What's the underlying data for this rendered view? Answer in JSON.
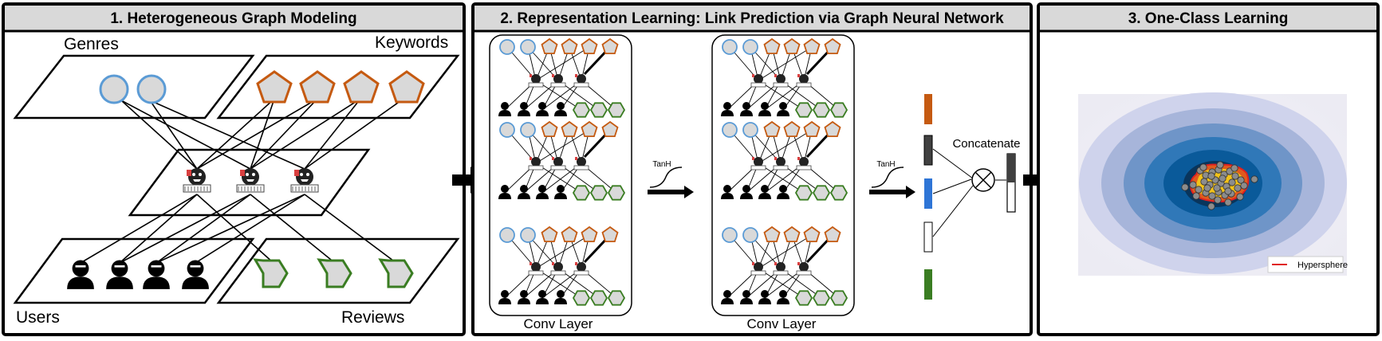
{
  "panels": {
    "p1": {
      "title": "1. Heterogeneous Graph Modeling"
    },
    "p2": {
      "title": "2. Representation Learning: Link Prediction via Graph Neural Network"
    },
    "p3": {
      "title": "3. One-Class Learning"
    }
  },
  "graph": {
    "genres_label": "Genres",
    "keywords_label": "Keywords",
    "users_label": "Users",
    "reviews_label": "Reviews"
  },
  "gnn": {
    "conv_layer_label": "Conv Layer",
    "activation_label": "TanH",
    "concat_label": "Concatenate"
  },
  "one_class": {
    "legend_label": "Hypersphere"
  },
  "colors": {
    "genre": "#5b9bd5",
    "keyword": "#c55a11",
    "review": "#3a7d22",
    "user": "#000000",
    "header_bg": "#d9d9d9",
    "embed_orange": "#c55a11",
    "embed_dark": "#404040",
    "embed_blue": "#2e75d6",
    "embed_green": "#3a7d22",
    "hypersphere": "#e02020"
  },
  "icons": [
    "circle-node-icon",
    "pentagon-node-icon",
    "hexagon-node-icon",
    "user-icon",
    "movie-icon",
    "arrow-icon",
    "tanh-curve-icon",
    "concat-icon"
  ]
}
